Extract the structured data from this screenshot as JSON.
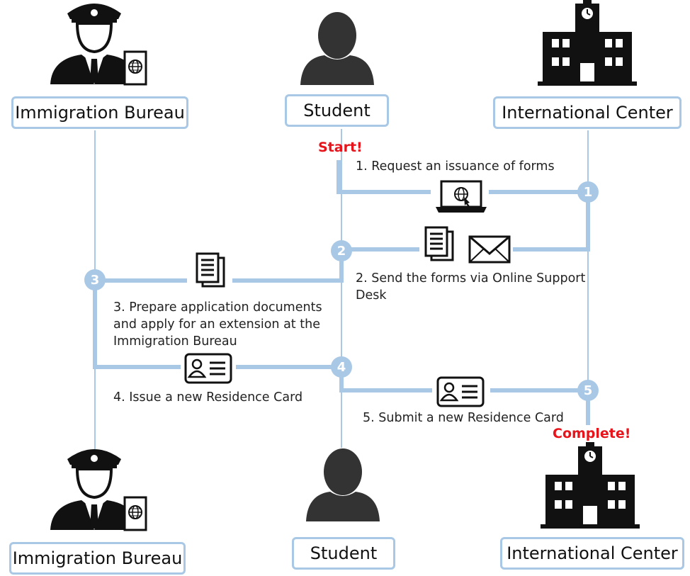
{
  "actors": {
    "immigration_top": "Immigration Bureau",
    "student_top": "Student",
    "center_top": "International Center",
    "immigration_bottom": "Immigration Bureau",
    "student_bottom": "Student",
    "center_bottom": "International Center"
  },
  "highlights": {
    "start": "Start!",
    "complete": "Complete!"
  },
  "steps": [
    {
      "num": "1",
      "text": "1. Request an issuance of forms"
    },
    {
      "num": "2",
      "text": "2. Send the forms via Online Support Desk"
    },
    {
      "num": "3",
      "text": "3. Prepare application documents and apply for an extension at the Immigration Bureau"
    },
    {
      "num": "4",
      "text": "4. Issue a new Residence Card"
    },
    {
      "num": "5",
      "text": "5. Submit a new Residence Card"
    }
  ],
  "icons": {
    "officer": "police-officer-with-passport",
    "student": "person-silhouette",
    "building": "school-building",
    "laptop": "laptop-globe",
    "documents": "documents",
    "mail": "envelope",
    "card": "id-card"
  },
  "colors": {
    "line": "#a9c8e6",
    "highlight": "#e8141b",
    "icon": "#111111",
    "person": "#333333"
  }
}
